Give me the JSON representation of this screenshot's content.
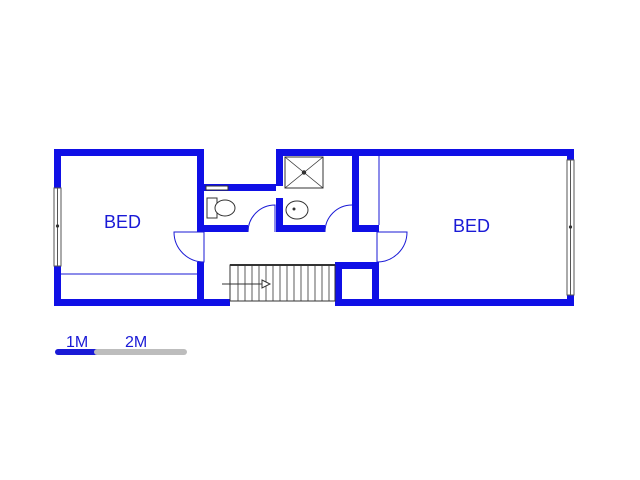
{
  "rooms": [
    {
      "id": "left",
      "label": "BED"
    },
    {
      "id": "right",
      "label": "BED"
    }
  ],
  "scale_bar": {
    "labels": [
      "1M",
      "2M"
    ],
    "colors": {
      "first": "#1a1ad6",
      "second": "#bdbdbd"
    }
  },
  "colors": {
    "wall": "#0f0fe6",
    "text": "#1a1ad6",
    "background": "#ffffff"
  }
}
